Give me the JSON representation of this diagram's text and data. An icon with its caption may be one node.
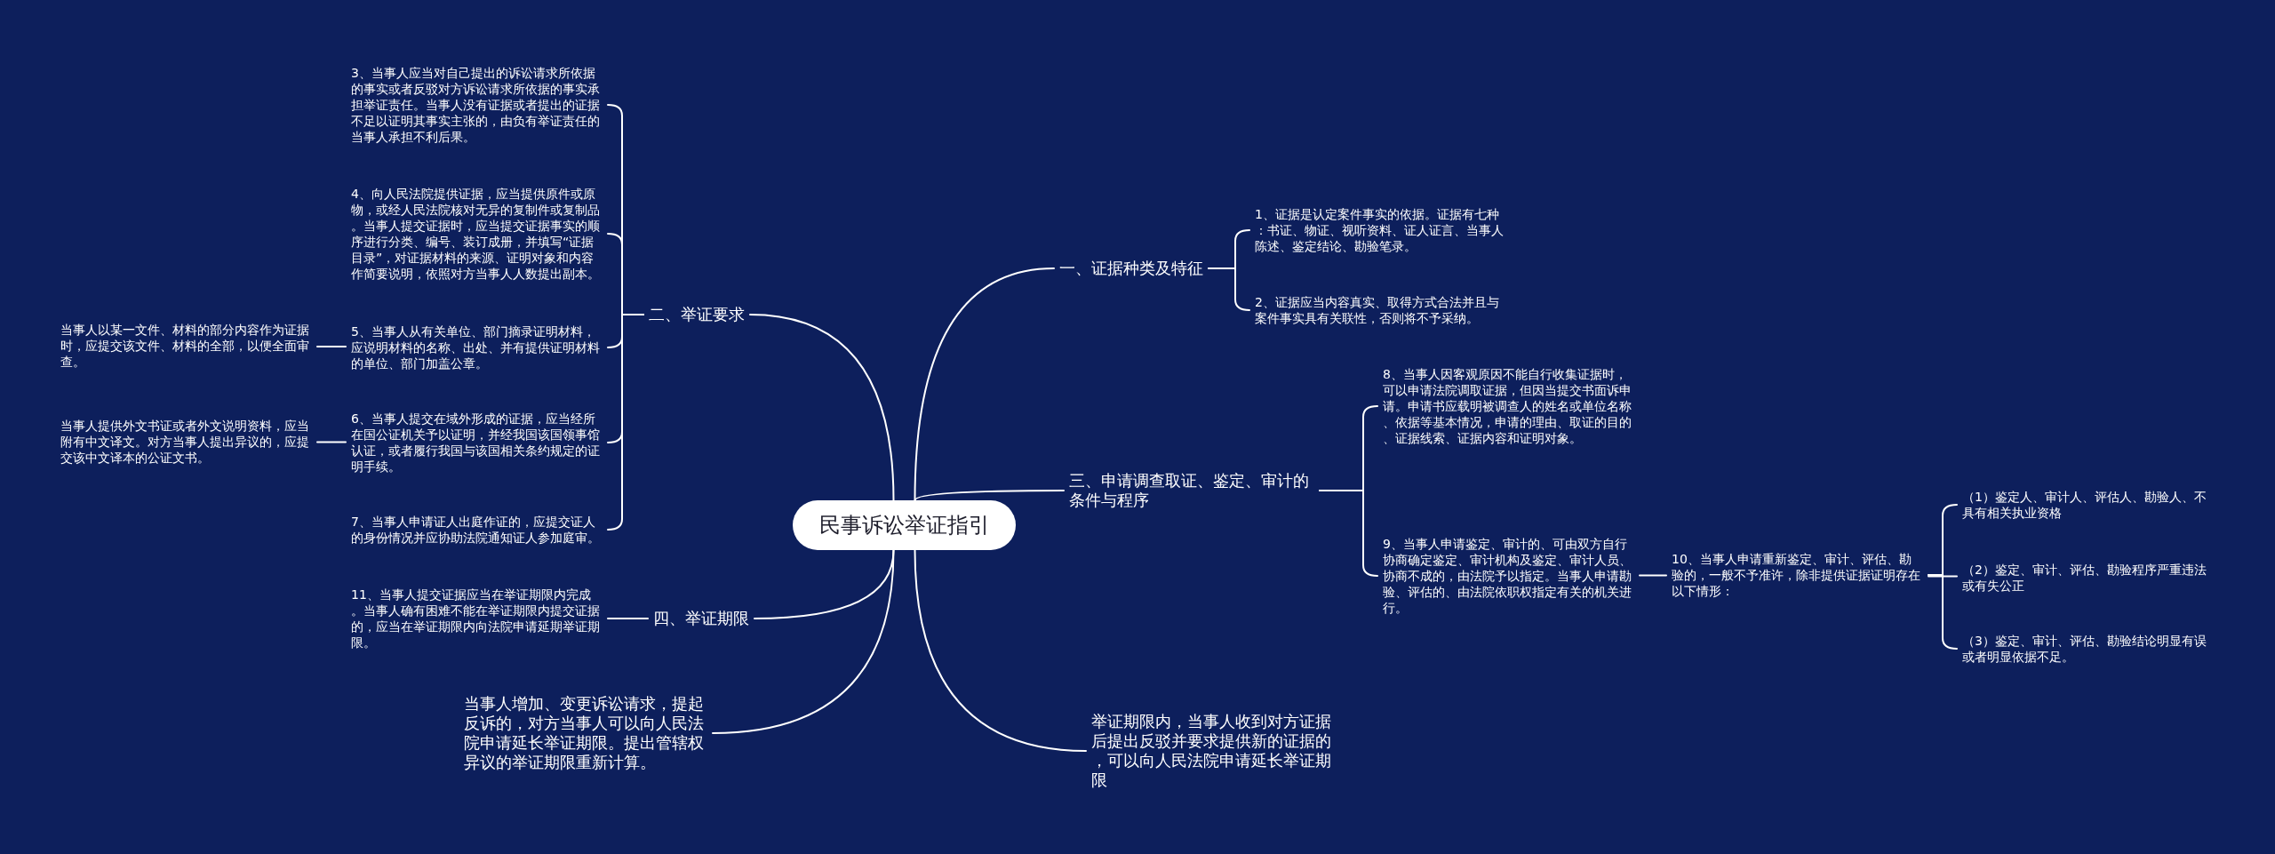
{
  "diagram": {
    "nodes": [
      {
        "text": [
          "民事诉讼举证指引"
        ]
      },
      {
        "text": [
          "一、证据种类及特征"
        ]
      },
      {
        "text": [
          "1、证据是认定案件事实的依据。证据有七种：书证、物证、视听资料、证人证言、当事人陈述、鉴定结论、勘验笔录。"
        ]
      },
      {
        "text": [
          "2、证据应当内容真实、取得方式合法并且与案件事实具有关联性，否则将不予采纳。"
        ]
      },
      {
        "text": [
          "二、举证要求"
        ]
      },
      {
        "text": [
          "3、当事人应当对自己提出的诉讼请求所依据的事实或者反驳对方诉讼请求所依据的事实承担举证责任。当事人没有证据或者提出的证据不足以证明其事实主张的，由负有举证责任的当事人承担不利后果。"
        ]
      },
      {
        "text": [
          "4、向人民法院提供证据，应当提供原件或原物，或经人民法院核对无异的复制件或复制品。当事人提交证据时，应当提交证据事实的顺序进行分类、编号、装订成册，并填写“证据目录”，对证据材料的来源、证明对象和内容作简要说明，依照对方当事人人数提出副本。"
        ]
      },
      {
        "text": [
          "5、当事人从有关单位、部门摘录证明材料，应说明材料的名称、出处、并有提供证明材料的单位、部门加盖公章。"
        ]
      },
      {
        "text": [
          "当事人以某一文件、材料的部分内容作为证据时，应提交该文件、材料的全部，以便全面审查。"
        ]
      },
      {
        "text": [
          "6、当事人提交在域外形成的证据，应当经所在国公证机关予以证明，并经我国该国领事馆认证，或者履行我国与该国相关条约规定的证明手续。"
        ]
      },
      {
        "text": [
          "当事人提供外文书证或者外文说明资料，应当附有中文译文。对方当事人提出异议的，应提交该中文译本的公证文书。"
        ]
      },
      {
        "text": [
          "7、当事人申请证人出庭作证的，应提交证人的身份情况并应协助法院通知证人参加庭审。"
        ]
      },
      {
        "text": [
          "三、申请调查取证、鉴定、审计的条件与程序"
        ]
      },
      {
        "text": [
          "8、当事人因客观原因不能自行收集证据时，可以申请法院调取证据，但因当提交书面诉申请。申请书应载明被调查人的姓名或单位名称、依据等基本情况，申请的理由、取证的目的、证据线索、证据内容和证明对象。"
        ]
      },
      {
        "text": [
          "9、当事人申请鉴定、审计的、可由双方自行协商确定鉴定、审计机构及鉴定、审计人员、协商不成的，由法院予以指定。当事人申请勘验、评估的、由法院依职权指定有关的机关进行。"
        ]
      },
      {
        "text": [
          "10、当事人申请重新鉴定、审计、评估、勘验的，一般不予准许，除非提供证据证明存在以下情形："
        ]
      },
      {
        "text": [
          "（1）鉴定人、审计人、评估人、勘验人、不具有相关执业资格"
        ]
      },
      {
        "text": [
          "（2）鉴定、审计、评估、勘验程序严重违法或有失公正"
        ]
      },
      {
        "text": [
          "（3）鉴定、审计、评估、勘验结论明显有误或者明显依据不足。"
        ]
      },
      {
        "text": [
          "四、举证期限"
        ]
      },
      {
        "text": [
          "11、当事人提交证据应当在举证期限内完成。当事人确有困难不能在举证期限内提交证据的，应当在举证期限内向法院申请延期举证期限。"
        ]
      },
      {
        "text": [
          "举证期限内，当事人收到对方证据后提出反驳并要求提供新的证据的，可以向人民法院申请延长举证期限"
        ]
      },
      {
        "text": [
          "当事人增加、变更诉讼请求，提起反诉的，对方当事人可以向人民法院申请延长举证期限。提出管辖权异议的举证期限重新计算。"
        ]
      }
    ],
    "edges": [
      {
        "from": 0,
        "to": 1,
        "arrow": "none"
      },
      {
        "from": 1,
        "to": 2,
        "arrow": "none"
      },
      {
        "from": 1,
        "to": 3,
        "arrow": "none"
      },
      {
        "from": 0,
        "to": 4,
        "arrow": "none"
      },
      {
        "from": 4,
        "to": 5,
        "arrow": "none"
      },
      {
        "from": 4,
        "to": 6,
        "arrow": "none"
      },
      {
        "from": 4,
        "to": 7,
        "arrow": "none"
      },
      {
        "from": 7,
        "to": 8,
        "arrow": "none"
      },
      {
        "from": 4,
        "to": 9,
        "arrow": "none"
      },
      {
        "from": 9,
        "to": 10,
        "arrow": "none"
      },
      {
        "from": 4,
        "to": 11,
        "arrow": "none"
      },
      {
        "from": 0,
        "to": 12,
        "arrow": "none"
      },
      {
        "from": 12,
        "to": 13,
        "arrow": "none"
      },
      {
        "from": 12,
        "to": 14,
        "arrow": "none"
      },
      {
        "from": 14,
        "to": 15,
        "arrow": "none"
      },
      {
        "from": 15,
        "to": 16,
        "arrow": "none"
      },
      {
        "from": 15,
        "to": 17,
        "arrow": "none"
      },
      {
        "from": 15,
        "to": 18,
        "arrow": "none"
      },
      {
        "from": 0,
        "to": 19,
        "arrow": "none"
      },
      {
        "from": 19,
        "to": 20,
        "arrow": "none"
      },
      {
        "from": 0,
        "to": 21,
        "arrow": "none"
      },
      {
        "from": 0,
        "to": 22,
        "arrow": "none"
      }
    ]
  }
}
